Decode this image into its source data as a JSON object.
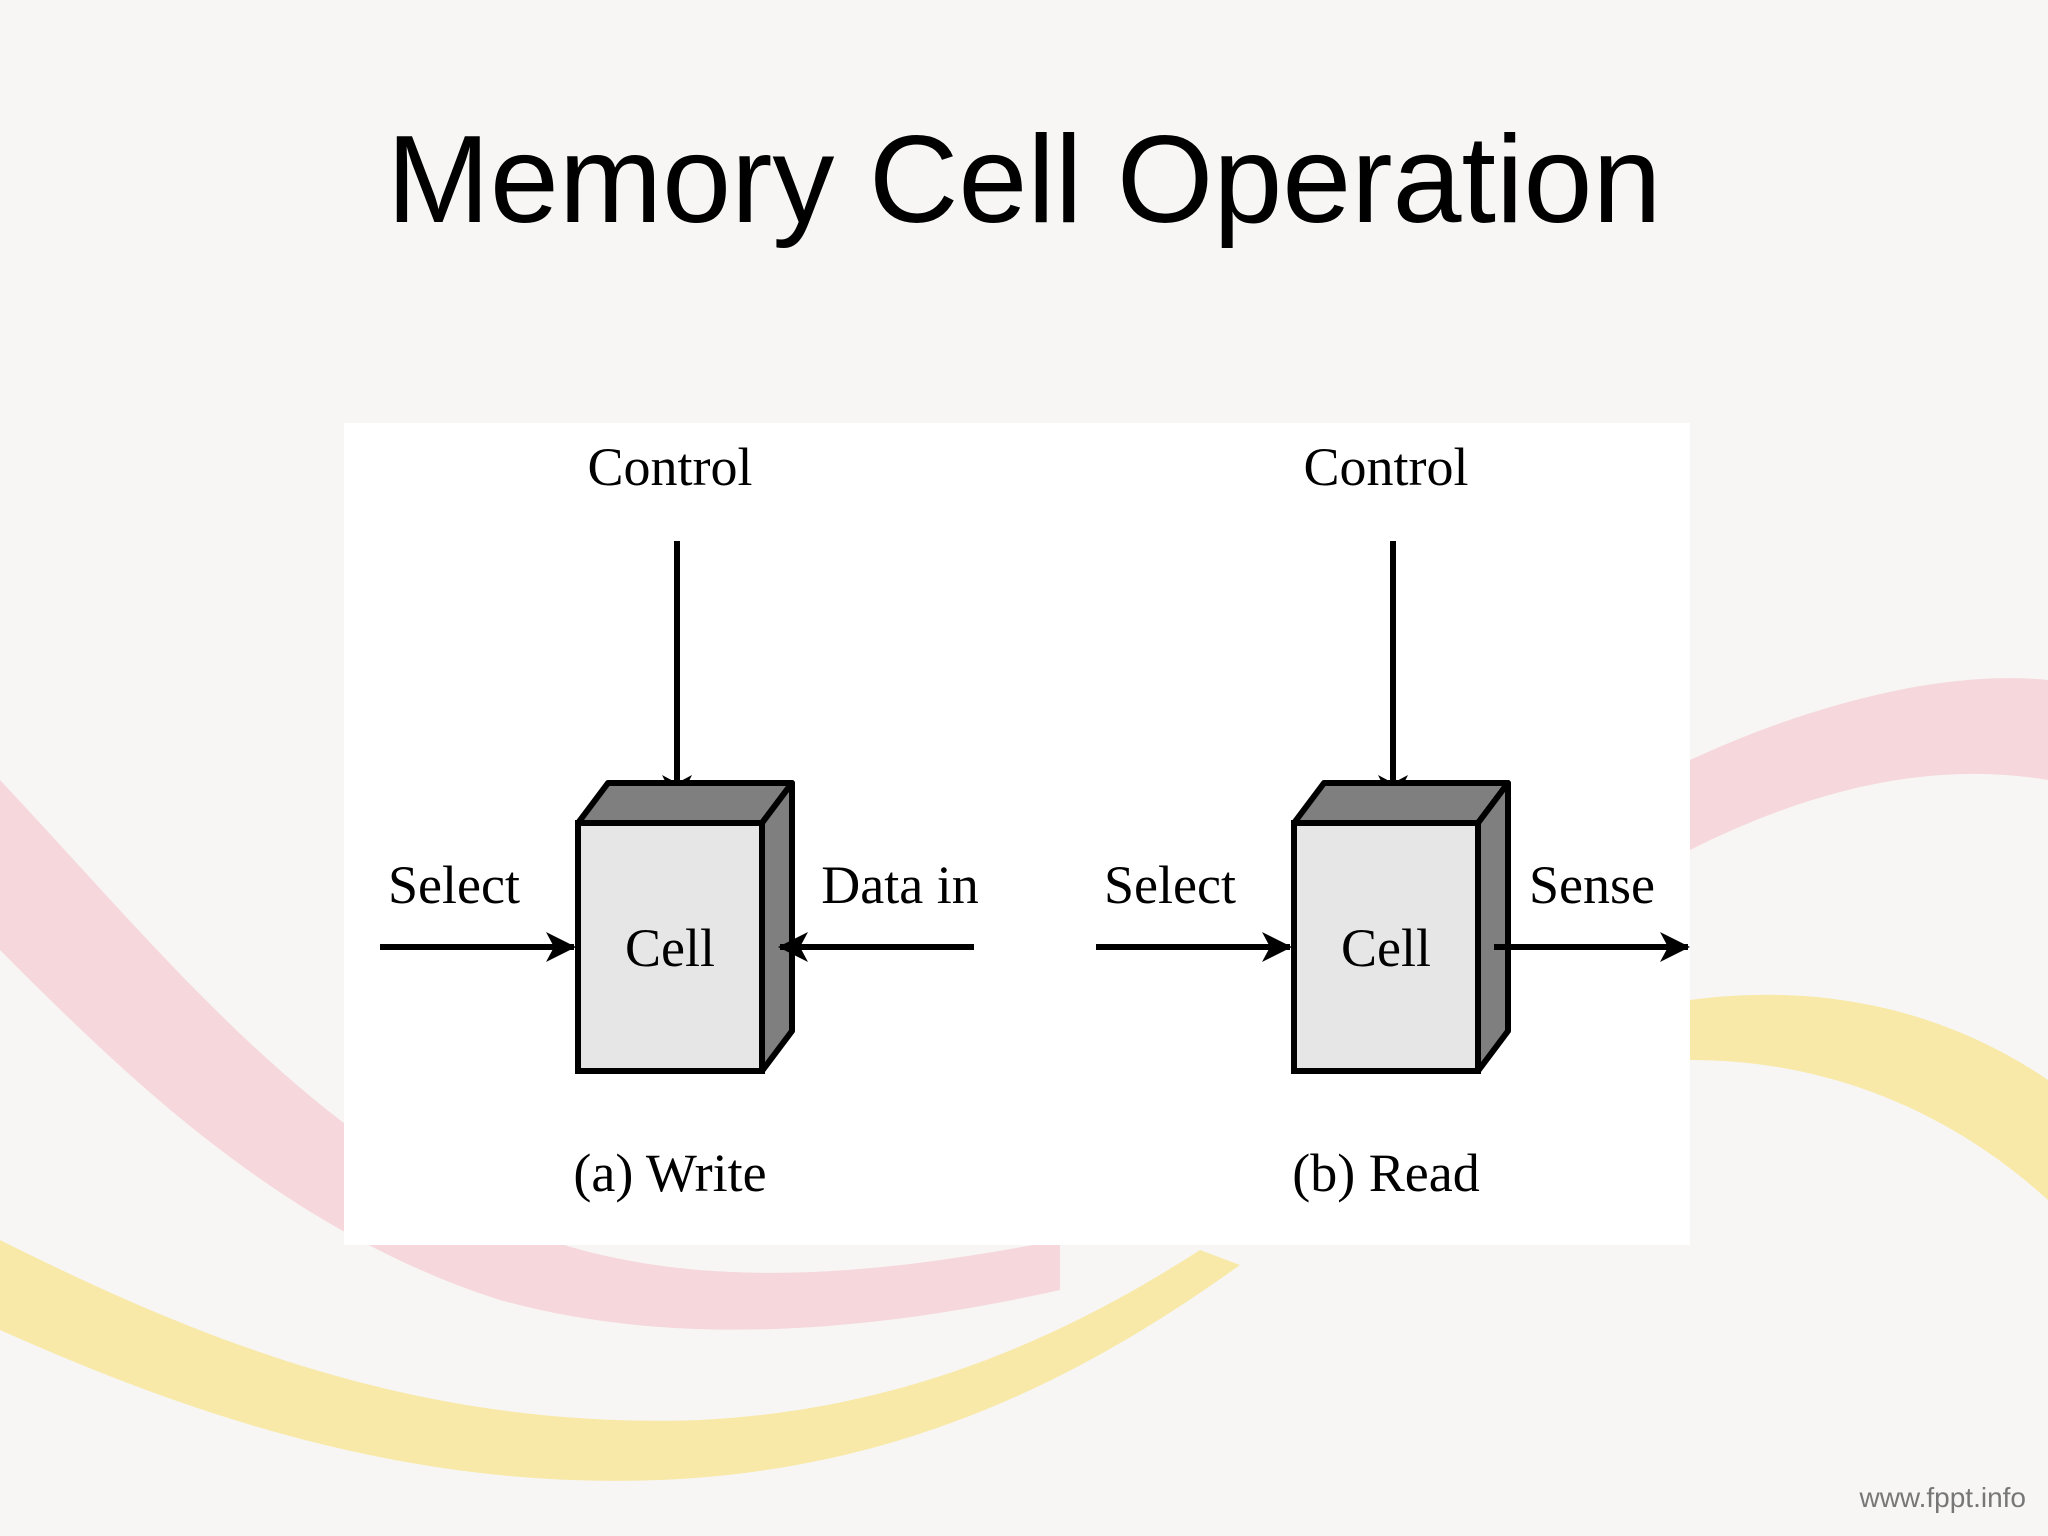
{
  "slide": {
    "title": "Memory Cell Operation",
    "watermark": "www.fppt.info"
  },
  "diagram": {
    "write": {
      "control_label": "Control",
      "select_label": "Select",
      "cell_label": "Cell",
      "data_label": "Data in",
      "caption": "(a) Write"
    },
    "read": {
      "control_label": "Control",
      "select_label": "Select",
      "cell_label": "Cell",
      "data_label": "Sense",
      "caption": "(b) Read"
    }
  },
  "colors": {
    "cell_face": "#e6e6e6",
    "cell_side": "#7f7f7f",
    "swoosh_pink": "#f6d7dc",
    "swoosh_yellow": "#f8e9a8"
  }
}
